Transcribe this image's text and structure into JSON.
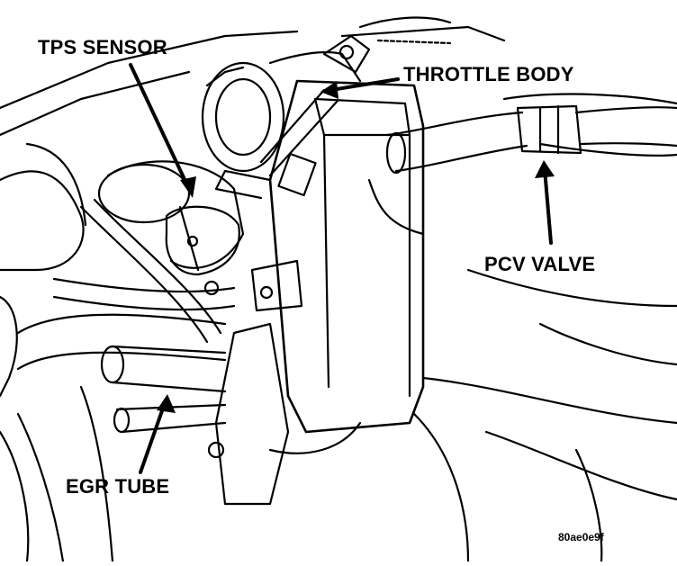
{
  "figure": {
    "callouts": {
      "tps_sensor": "TPS SENSOR",
      "throttle_body": "THROTTLE BODY",
      "pcv_valve": "PCV VALVE",
      "egr_tube": "EGR TUBE"
    },
    "figure_code": "80ae0e9f"
  },
  "colors": {
    "ink": "#000000",
    "paper": "#ffffff"
  }
}
